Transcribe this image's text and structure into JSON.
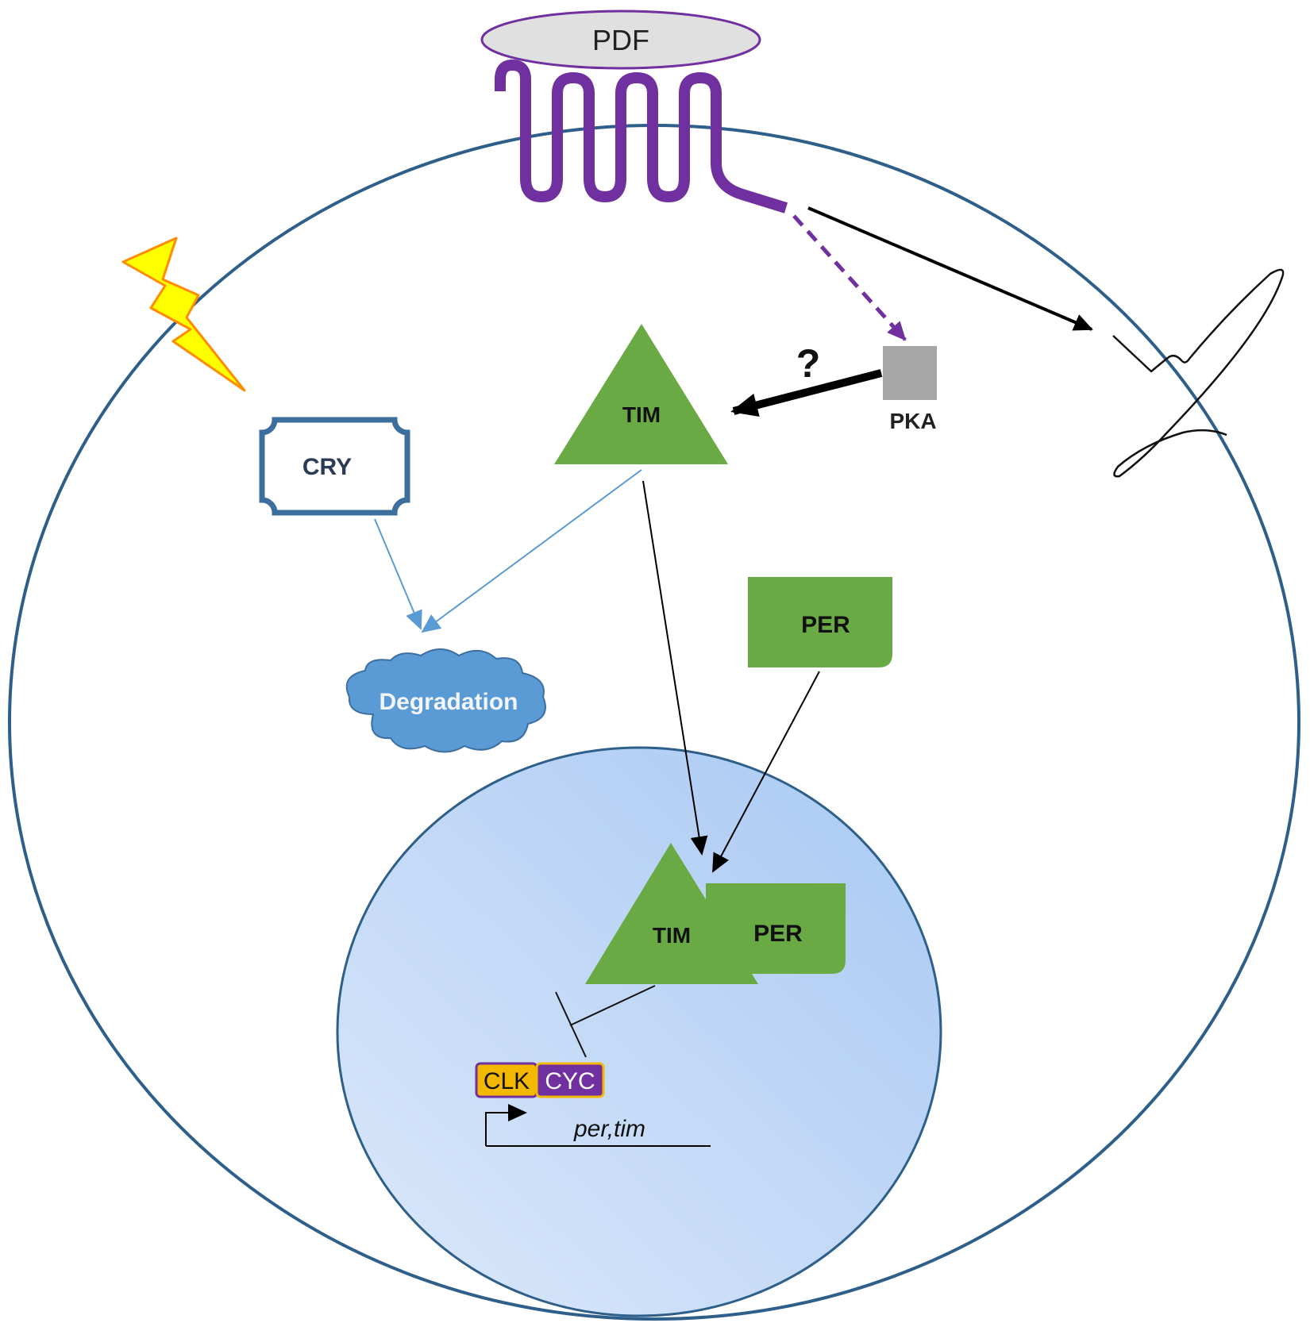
{
  "ligand": {
    "label": "PDF"
  },
  "kinase": {
    "label": "PKA",
    "annotation": "?"
  },
  "cytoplasm": {
    "tim": {
      "label": "TIM"
    },
    "cry": {
      "label": "CRY"
    },
    "per": {
      "label": "PER"
    },
    "degradation": {
      "label": "Degradation"
    }
  },
  "nucleus": {
    "complex_tim": {
      "label": "TIM"
    },
    "complex_per": {
      "label": "PER"
    },
    "clk": {
      "label": "CLK"
    },
    "cyc": {
      "label": "CYC"
    },
    "gene": {
      "label": "per,tim"
    }
  },
  "colors": {
    "membrane": "#2e5f8a",
    "receptor": "#7030a0",
    "protein_green": "#6aaa45",
    "cry_border": "#3c6e9e",
    "degradation": "#5b9bd5",
    "pka": "#a6a6a6",
    "clk": "#f5b800",
    "cyc": "#7030a0",
    "light_arrow": "#5b9bd5",
    "lightning_fill": "#ffff00",
    "lightning_stroke": "#ff8c00"
  }
}
